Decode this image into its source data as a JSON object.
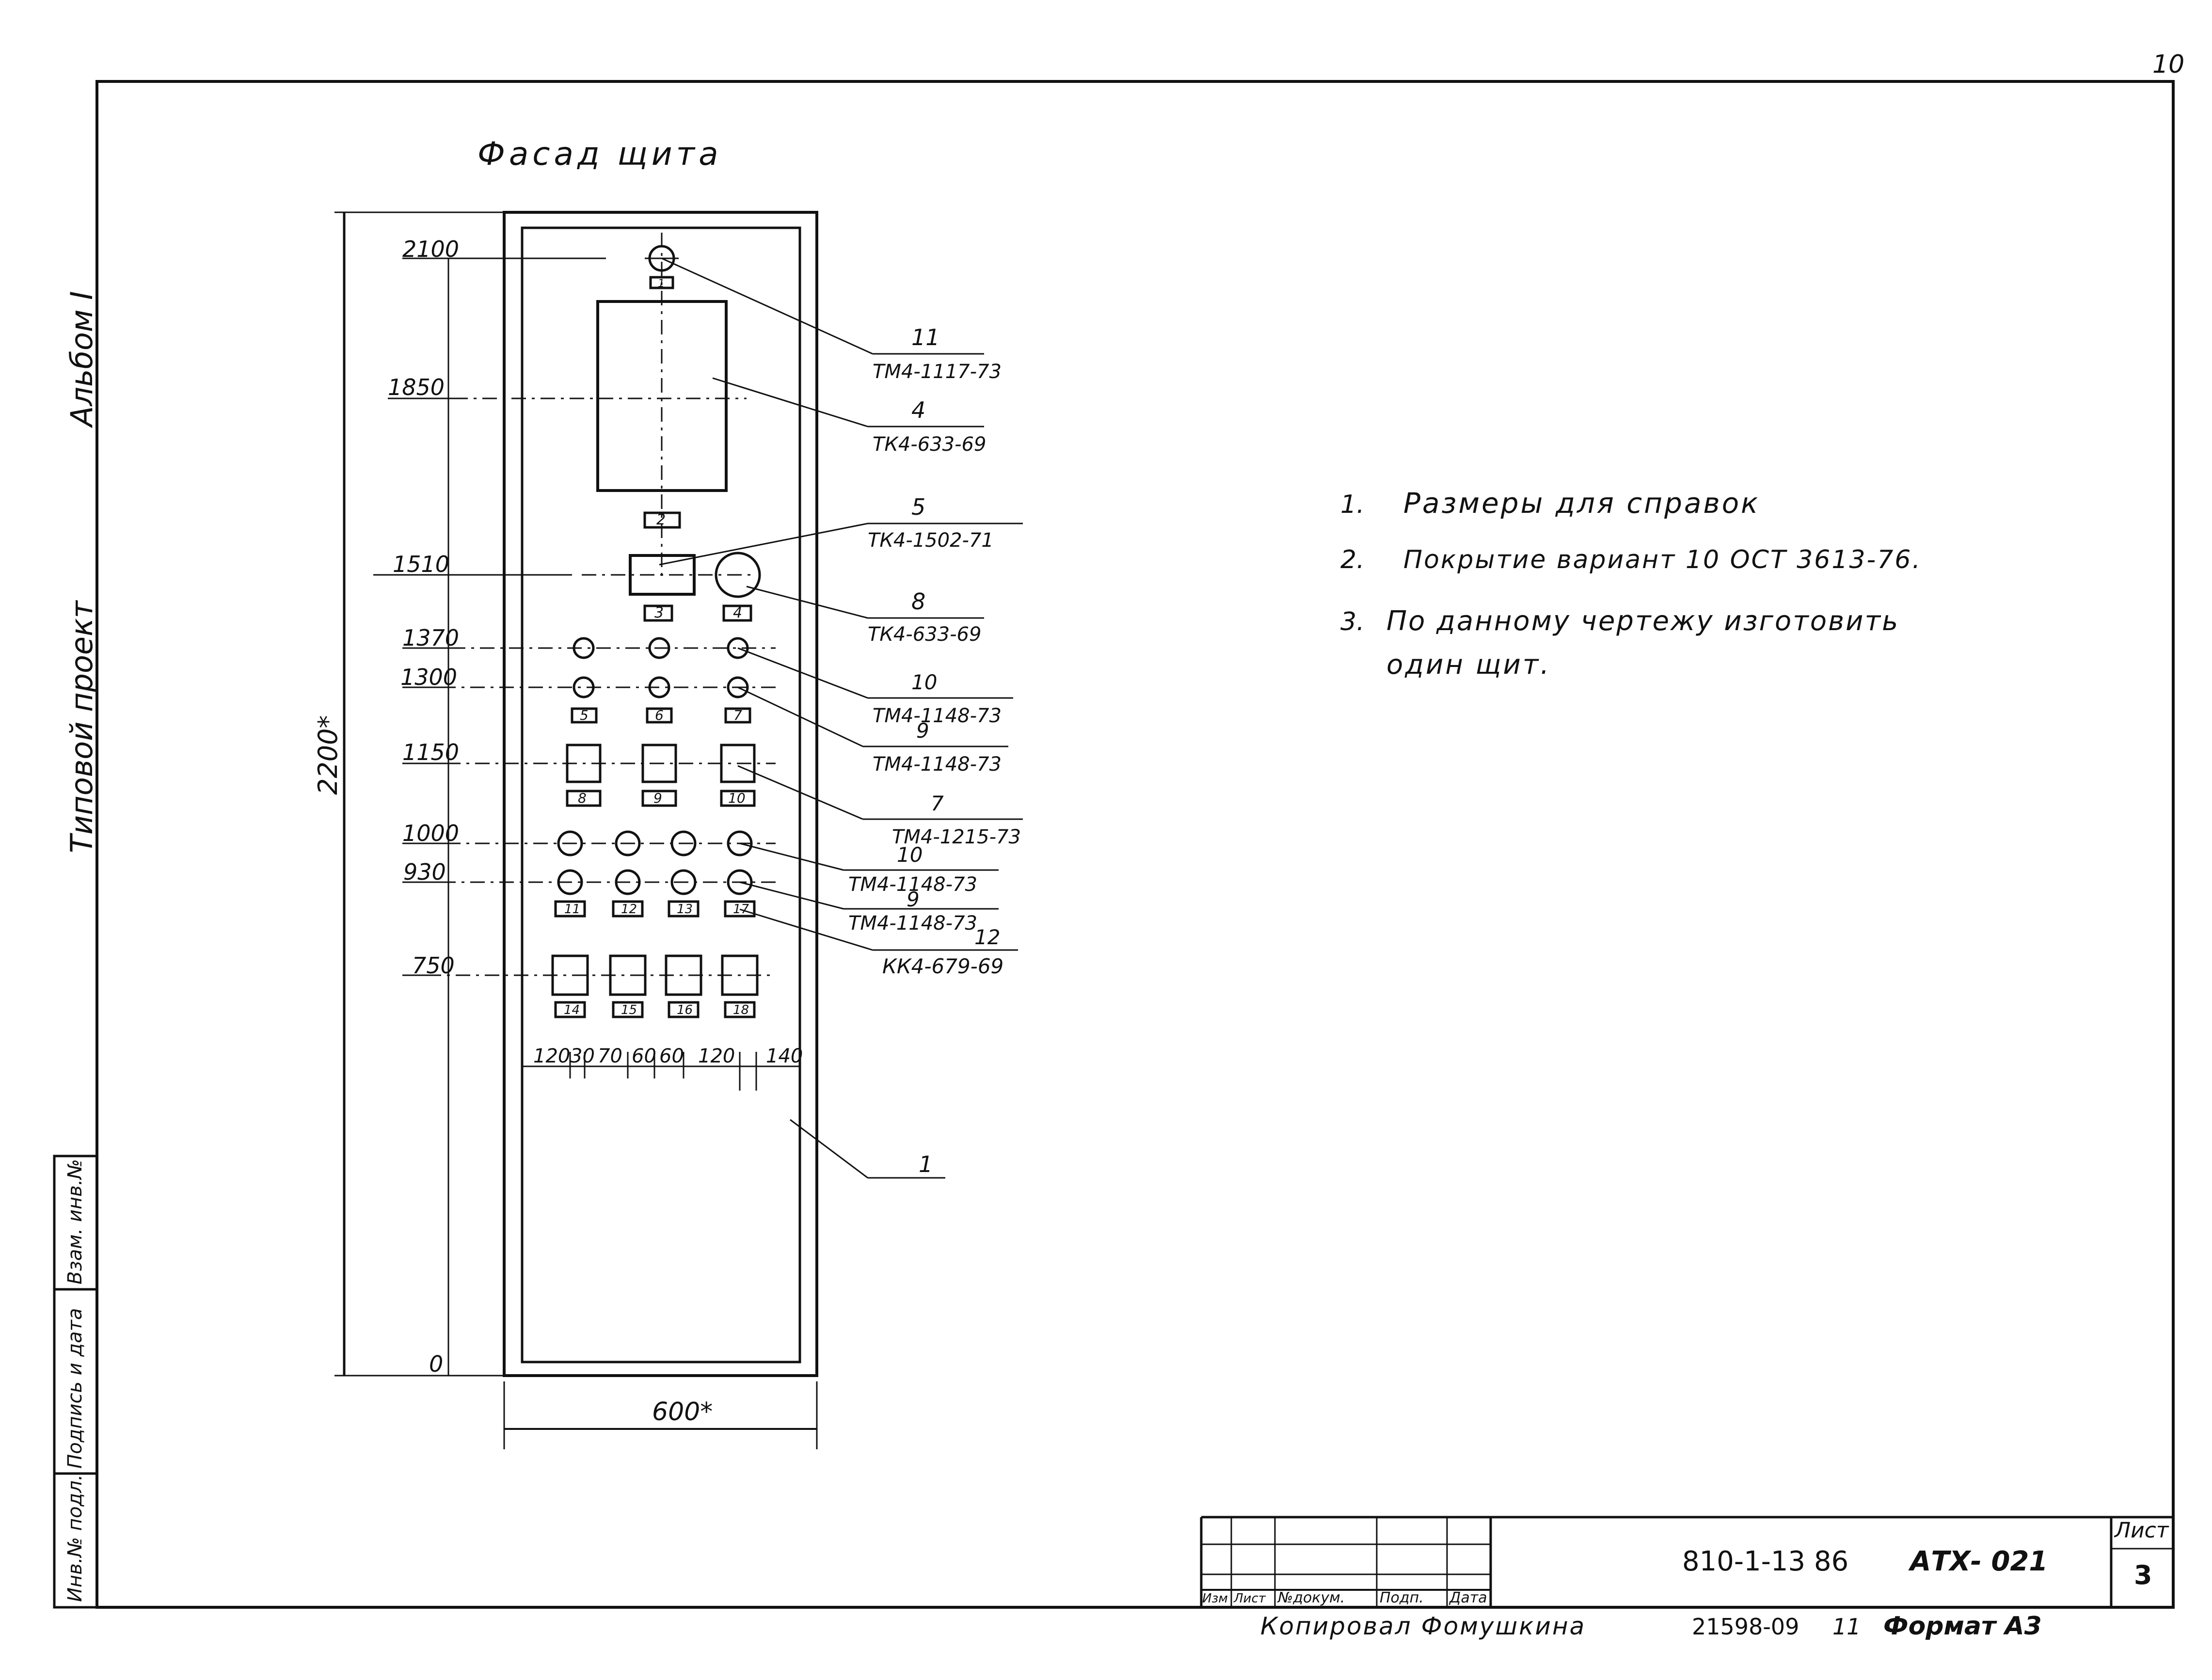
{
  "sheet_corner_number": "10",
  "side_margin": {
    "album": "Альбом I",
    "project_type": "Типовой проект",
    "stamp_boxes": [
      "Взам. инв.№",
      "Подпись и дата",
      "Инв.№ подл."
    ]
  },
  "drawing": {
    "title": "Фасад щита",
    "height_label": "2200*",
    "width_label": "600*",
    "elevations": [
      "2100",
      "1850",
      "1510",
      "1370",
      "1300",
      "1150",
      "1000",
      "930",
      "750",
      "0"
    ],
    "bottom_dims": [
      "120",
      "30",
      "70",
      "60",
      "60",
      "120",
      "140"
    ],
    "device_tags": [
      "1",
      "2",
      "3",
      "4",
      "5",
      "6",
      "7",
      "8",
      "9",
      "10",
      "11",
      "12",
      "13",
      "17",
      "14",
      "15",
      "16",
      "18"
    ],
    "callouts": [
      {
        "pos": "11",
        "type": "ТМ4-1117-73"
      },
      {
        "pos": "4",
        "type": "ТК4-633-69"
      },
      {
        "pos": "5",
        "type": "ТК4-1502-71"
      },
      {
        "pos": "8",
        "type": "ТК4-633-69"
      },
      {
        "pos": "10",
        "type": "ТМ4-1148-73"
      },
      {
        "pos": "9",
        "type": "ТМ4-1148-73"
      },
      {
        "pos": "7",
        "type": "ТМ4-1215-73"
      },
      {
        "pos": "10",
        "type": "ТМ4-1148-73"
      },
      {
        "pos": "9",
        "type": "ТМ4-1148-73"
      },
      {
        "pos": "12",
        "type": "КК4-679-69"
      }
    ],
    "frame_callout": "1"
  },
  "notes": [
    {
      "num": "1.",
      "text": "Размеры для справок"
    },
    {
      "num": "2.",
      "text": "Покрытие вариант 10 ОСТ 3613-76."
    },
    {
      "num": "3.",
      "text": "По данному чертежу изготовить"
    },
    {
      "num": "",
      "text": "один щит."
    }
  ],
  "title_block": {
    "cols": [
      "Изм",
      "Лист",
      "№докум.",
      "Подп.",
      "Дата"
    ],
    "doc_code": "810-1-13 86",
    "doc_mark": "АТХ- 021",
    "sheet_label": "Лист",
    "sheet_number": "3",
    "copied_by": "Копировал Фомушкина",
    "order_no": "21598-09",
    "order_suffix": "11",
    "format": "Формат А3"
  }
}
